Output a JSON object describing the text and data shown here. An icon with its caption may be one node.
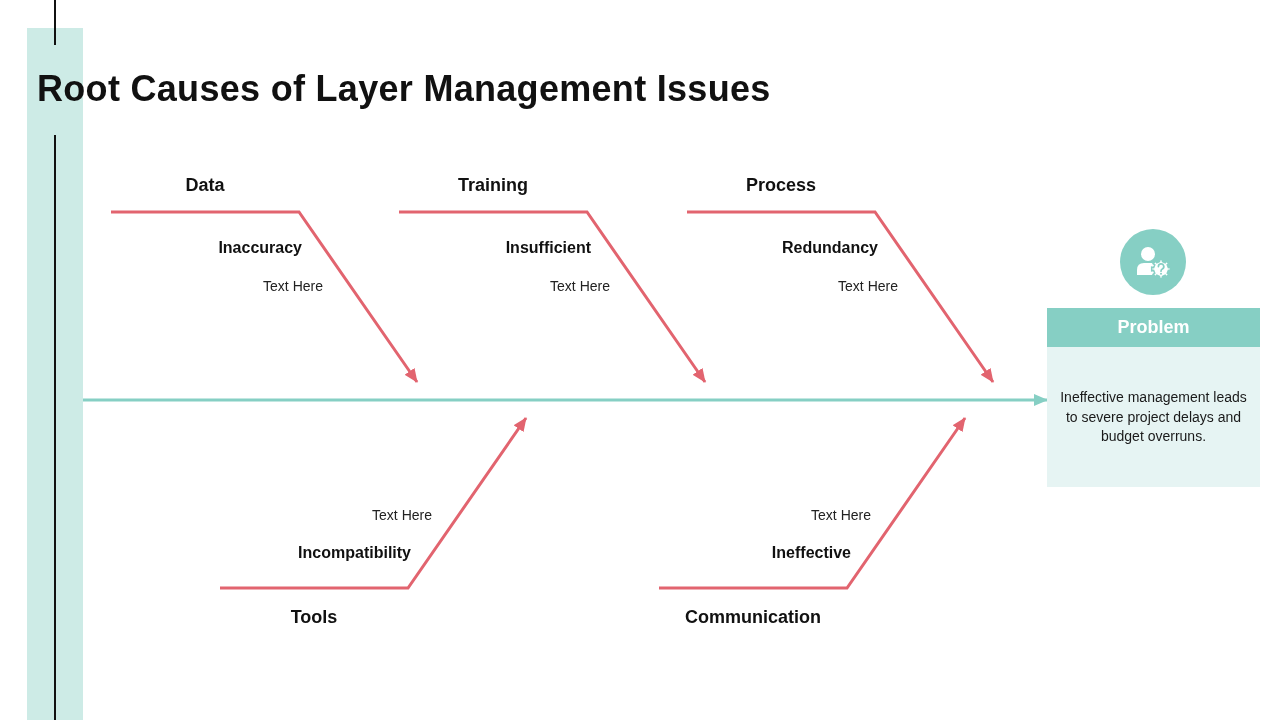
{
  "diagram": {
    "title": "Root Causes of Layer Management Issues",
    "nodes": [
      {
        "text": [],
        "shape": "bar"
      },
      {
        "text": [
          "Data"
        ]
      },
      {
        "text": [
          "Training"
        ]
      },
      {
        "text": [
          "Process"
        ]
      },
      {
        "text": [
          "Problem",
          "Ineffective management leads to severe project delays and budget overruns."
        ]
      },
      {
        "text": [
          "Tools"
        ]
      },
      {
        "text": [
          "Communication"
        ]
      }
    ],
    "edges": [
      {
        "from": 1,
        "to": null,
        "arrow": "to"
      },
      {
        "from": 2,
        "to": null,
        "arrow": "to"
      },
      {
        "from": 3,
        "to": null,
        "arrow": "to"
      },
      {
        "from": 5,
        "to": null,
        "arrow": "to"
      },
      {
        "from": 6,
        "to": null,
        "arrow": "to"
      },
      {
        "from": 0,
        "to": 4,
        "arrow": "to",
        "color": "#86cfc4"
      }
    ],
    "labels": [
      "Inaccuracy",
      "Insufficient",
      "Redundancy",
      "Text Here",
      "Text Here",
      "Text Here",
      "Text Here",
      "Text Here",
      "Incompatibility",
      "Ineffective"
    ]
  }
}
